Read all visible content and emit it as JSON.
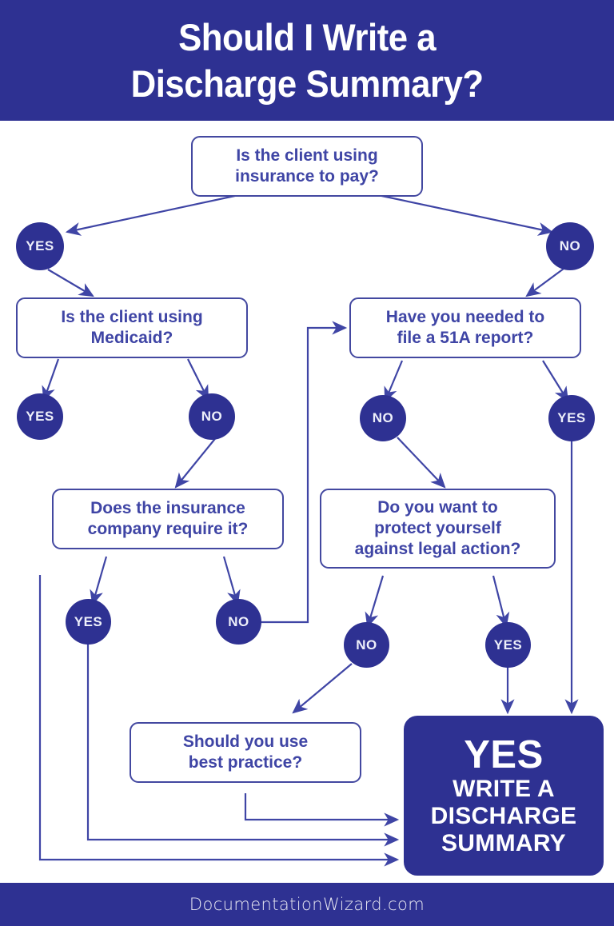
{
  "header": {
    "title_line1": "Should I Write a",
    "title_line2": "Discharge Summary?"
  },
  "footer": {
    "site": "DocumentationWizard.com"
  },
  "colors": {
    "brand_blue": "#2E3192",
    "box_border": "#4348a0",
    "box_text": "#3f45a5",
    "page_bg": "#ffffff",
    "circle_text": "#eef0fa"
  },
  "flow": {
    "type": "decision-flowchart",
    "nodes": [
      {
        "id": "q1",
        "kind": "question",
        "lines": [
          "Is the client using",
          "insurance to pay?"
        ]
      },
      {
        "id": "q2",
        "kind": "question",
        "lines": [
          "Is the client using",
          "Medicaid?"
        ]
      },
      {
        "id": "q3",
        "kind": "question",
        "lines": [
          "Have you needed to",
          "file a 51A report?"
        ]
      },
      {
        "id": "q4",
        "kind": "question",
        "lines": [
          "Does the insurance",
          "company require it?"
        ]
      },
      {
        "id": "q5",
        "kind": "question",
        "lines": [
          "Do you want to",
          "protect yourself",
          "against legal action?"
        ]
      },
      {
        "id": "q6",
        "kind": "question",
        "lines": [
          "Should you use",
          "best practice?"
        ]
      },
      {
        "id": "end",
        "kind": "terminal",
        "big": "YES",
        "lines": [
          "WRITE A",
          "DISCHARGE",
          "SUMMARY"
        ]
      }
    ],
    "labels": {
      "q1_yes": "YES",
      "q1_no": "NO",
      "q2_yes": "YES",
      "q2_no": "NO",
      "q3_no": "NO",
      "q3_yes": "YES",
      "q4_yes": "YES",
      "q4_no": "NO",
      "q5_no": "NO",
      "q5_yes": "YES"
    },
    "edges": [
      {
        "from": "q1",
        "label": "YES",
        "to": "q2"
      },
      {
        "from": "q1",
        "label": "NO",
        "to": "q3"
      },
      {
        "from": "q2",
        "label": "YES",
        "to": "end"
      },
      {
        "from": "q2",
        "label": "NO",
        "to": "q4"
      },
      {
        "from": "q3",
        "label": "NO",
        "to": "q5"
      },
      {
        "from": "q3",
        "label": "YES",
        "to": "end"
      },
      {
        "from": "q4",
        "label": "YES",
        "to": "end"
      },
      {
        "from": "q4",
        "label": "NO",
        "to": "q3"
      },
      {
        "from": "q5",
        "label": "NO",
        "to": "q6"
      },
      {
        "from": "q5",
        "label": "YES",
        "to": "end"
      },
      {
        "from": "q6",
        "to": "end"
      }
    ]
  }
}
